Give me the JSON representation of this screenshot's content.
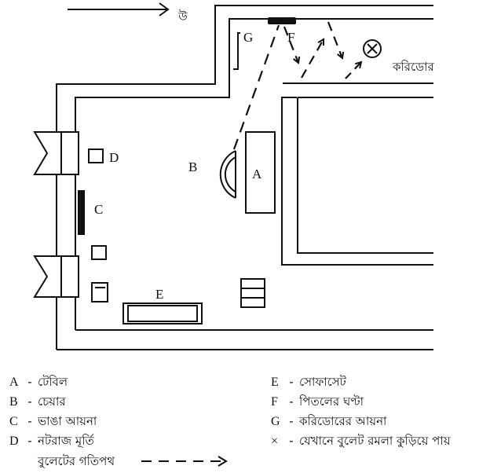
{
  "north_label": "উ",
  "corridor_label": "করিডোর",
  "labels": {
    "A": "A",
    "B": "B",
    "C": "C",
    "D": "D",
    "E": "E",
    "F": "F",
    "G": "G"
  },
  "legend": [
    {
      "key": "A",
      "sep": "-",
      "text": "টেবিল"
    },
    {
      "key": "B",
      "sep": "-",
      "text": "চেয়ার"
    },
    {
      "key": "C",
      "sep": "-",
      "text": "ভাঙা আয়না"
    },
    {
      "key": "D",
      "sep": "-",
      "text": "নটরাজ মূর্তি"
    },
    {
      "key": "E",
      "sep": "-",
      "text": "সোফাসেট"
    },
    {
      "key": "F",
      "sep": "-",
      "text": "পিতলের ঘণ্টা"
    },
    {
      "key": "G",
      "sep": "-",
      "text": "করিডোরের আয়না"
    },
    {
      "key": "×",
      "sep": "-",
      "text": "যেখানে বুলেট রমলা কুড়িয়ে পায়"
    }
  ],
  "bullet_path_label": "বুলেটের গতিপথ",
  "icons": {
    "north_arrow": "arrow-right-icon",
    "bullet_found": "circled-x-icon",
    "bullet_path_arrow": "dashed-arrow-icon"
  }
}
